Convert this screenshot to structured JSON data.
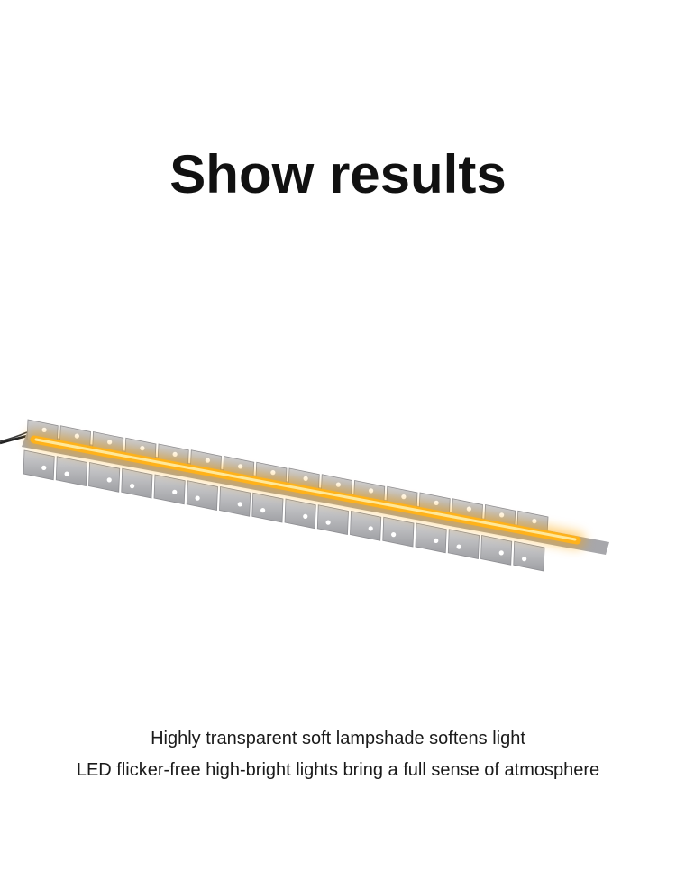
{
  "heading": {
    "title": "Show results"
  },
  "captions": [
    "Highly transparent soft lampshade softens light",
    "LED flicker-free high-bright lights bring a full sense of atmosphere"
  ],
  "product_photo": {
    "subject": "led-strip-light",
    "colors": {
      "glow": "#ffb21a",
      "core": "#fff2b0",
      "panel": "#b9b9bb",
      "panel_edge": "#8e8e92",
      "wire": "#222222"
    }
  }
}
